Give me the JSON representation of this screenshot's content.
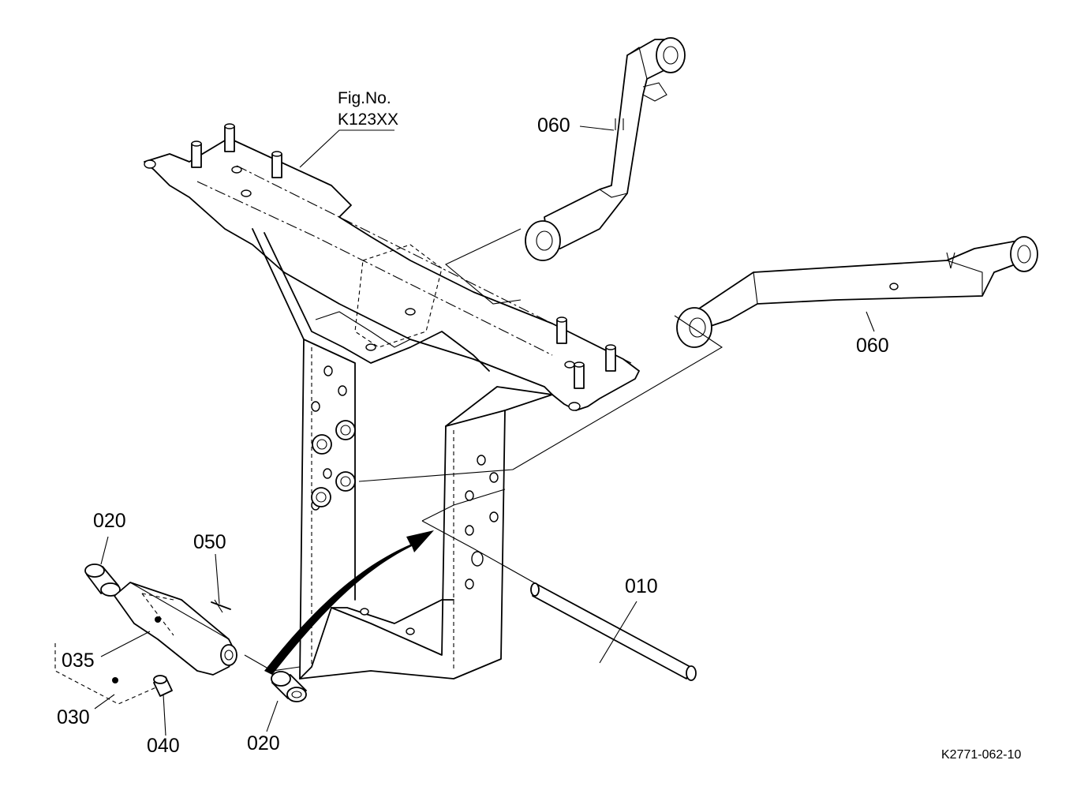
{
  "figure_ref": {
    "line1": "Fig.No.",
    "line2": "K123XX"
  },
  "labels": {
    "p010": "010",
    "p020_top": "020",
    "p020_bottom": "020",
    "p030": "030",
    "p035": "035",
    "p040": "040",
    "p050": "050",
    "p060_upper": "060",
    "p060_lower": "060"
  },
  "drawing_code": "K2771-062-10"
}
